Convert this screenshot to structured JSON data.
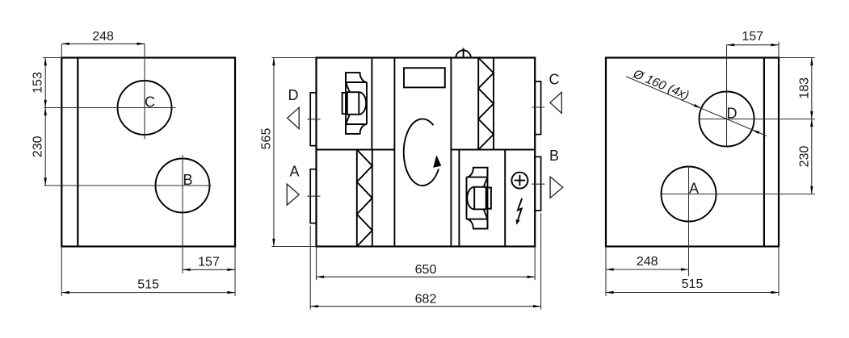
{
  "drawing": {
    "kind": "technical-dimension-drawing",
    "background_color": "#ffffff",
    "line_color": "#000000",
    "text_color": "#161616"
  },
  "left_view": {
    "port_labels": {
      "top": "C",
      "bottom": "B"
    },
    "dims": {
      "port_top_x": "248",
      "port_top_y": "153",
      "port_spacing": "230",
      "port_bottom_x": "157",
      "width": "515"
    }
  },
  "front_view": {
    "port_labels": {
      "top_left": "D",
      "bottom_left": "A",
      "top_right": "C",
      "bottom_right": "B"
    },
    "dims": {
      "height": "565",
      "body_width": "650",
      "overall_width": "682"
    }
  },
  "right_view": {
    "port_labels": {
      "top": "D",
      "bottom": "A"
    },
    "diameter_callout": "Ø 160 (4x)",
    "dims": {
      "port_top_x": "157",
      "port_top_y": "183",
      "port_spacing": "230",
      "port_bottom_x": "248",
      "width": "515"
    }
  }
}
